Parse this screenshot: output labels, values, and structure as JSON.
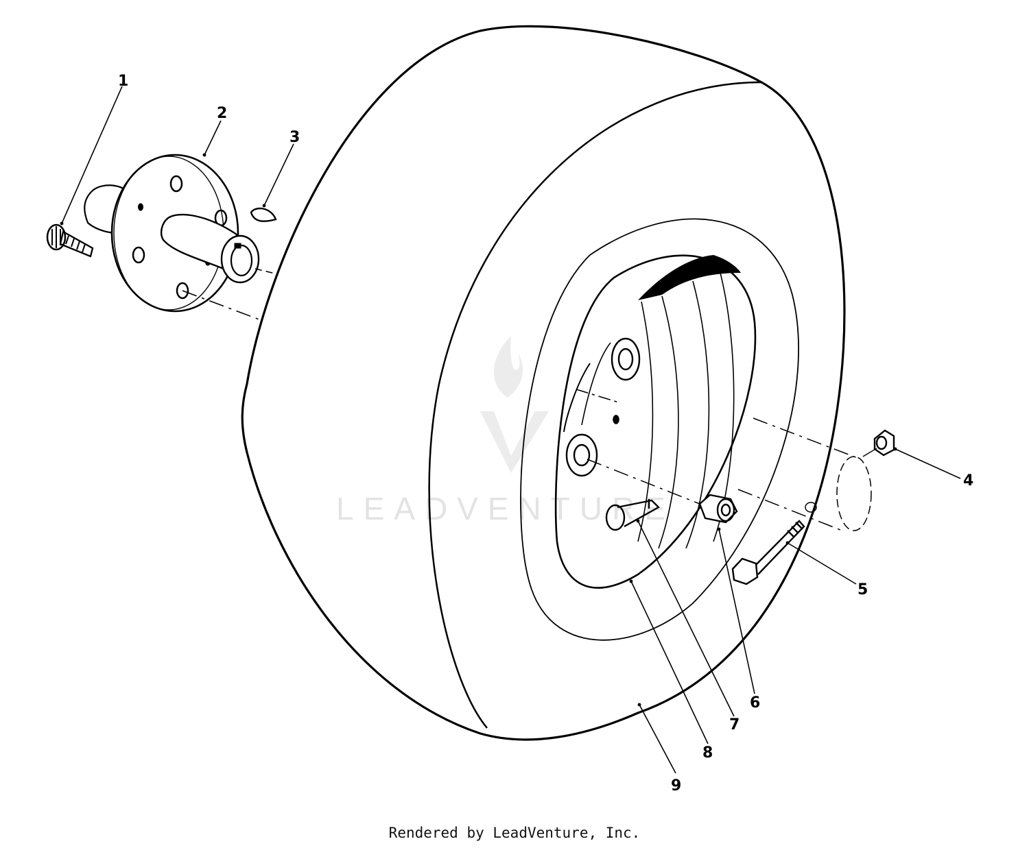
{
  "diagram": {
    "watermark": "LEADVENTURE",
    "callouts": [
      {
        "id": "1",
        "label": "1"
      },
      {
        "id": "2",
        "label": "2"
      },
      {
        "id": "3",
        "label": "3"
      },
      {
        "id": "4",
        "label": "4"
      },
      {
        "id": "5",
        "label": "5"
      },
      {
        "id": "6",
        "label": "6"
      },
      {
        "id": "7",
        "label": "7"
      },
      {
        "id": "8",
        "label": "8"
      },
      {
        "id": "9",
        "label": "9"
      }
    ]
  },
  "footer": {
    "credit": "Rendered by LeadVenture, Inc."
  }
}
